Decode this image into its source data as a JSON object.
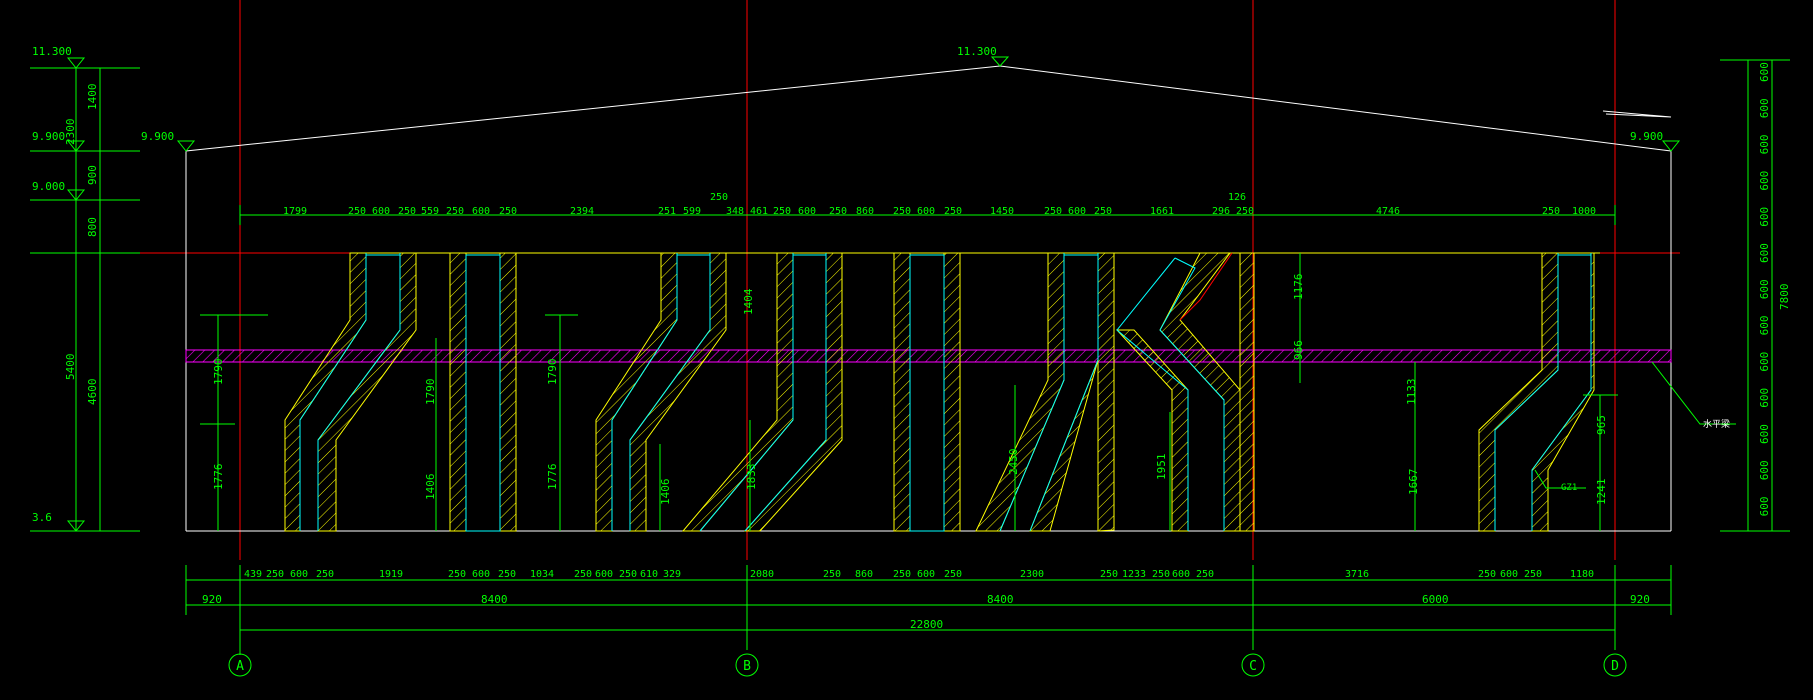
{
  "colors": {
    "background": "#000000",
    "dimension": "#00ff00",
    "axis": "#ff0000",
    "outline": "#ffffff",
    "hatch": "#ffff00",
    "duct_inner": "#00ffff",
    "beam": "#ff00ff",
    "axis_bubble": "#00ff00"
  },
  "elevations": {
    "left_top": "11.300",
    "left_eave": "9.900",
    "left_900": "9.000",
    "left_base": "3.6",
    "ridge": "11.300",
    "mid_left_eave": "9.900",
    "right_eave": "9.900"
  },
  "left_dims": {
    "inner": [
      "1400",
      "2300",
      "900",
      "800",
      "5400"
    ],
    "outer": "4600"
  },
  "right_dims": {
    "segments": [
      "600",
      "600",
      "600",
      "600",
      "600",
      "600",
      "600",
      "600",
      "600",
      "600",
      "600",
      "600",
      "600"
    ],
    "total": "7800"
  },
  "top_dims": {
    "row": [
      "1799",
      "250",
      "600",
      "250",
      "559",
      "250",
      "600",
      "250",
      "2394",
      "251",
      "599",
      "348",
      "461",
      "250",
      "600",
      "250",
      "860",
      "250",
      "600",
      "250",
      "1450",
      "250",
      "600",
      "250",
      "1661",
      "296",
      "250",
      "4746",
      "250",
      "1000"
    ],
    "extra": [
      "250",
      "126"
    ]
  },
  "bottom_dims": {
    "row1": [
      "439",
      "250",
      "600",
      "250",
      "1919",
      "250",
      "600",
      "250",
      "1034",
      "250",
      "600",
      "250",
      "610",
      "329",
      "2080",
      "250",
      "860",
      "250",
      "600",
      "250",
      "2300",
      "250",
      "1233",
      "250",
      "600",
      "250",
      "3716",
      "250",
      "600",
      "250",
      "1180"
    ],
    "row2": [
      "920",
      "8400",
      "8400",
      "6000",
      "920"
    ],
    "total": "22800"
  },
  "inner_dims": [
    "1790",
    "1776",
    "1790",
    "1406",
    "1790",
    "1776",
    "1406",
    "1404",
    "1833",
    "2450",
    "1951",
    "1176",
    "966",
    "1133",
    "1667",
    "965",
    "1241"
  ],
  "labels": {
    "gz": "GZ1",
    "beam_note": "水平梁"
  },
  "axes": [
    "A",
    "B",
    "C",
    "D"
  ]
}
